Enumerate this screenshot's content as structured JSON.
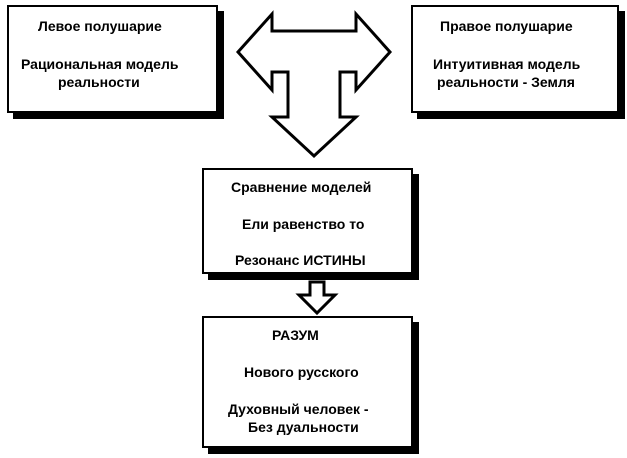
{
  "left_box": {
    "title": "Левое полушарие",
    "line1": "Рациональная модель",
    "line2": "реальности"
  },
  "right_box": {
    "title": "Правое полушарие",
    "line1": "Интуитивная модель",
    "line2": "реальности - Земля"
  },
  "compare_box": {
    "line1": "Сравнение моделей",
    "line2": "Ели равенство то",
    "line3": "Резонанс ИСТИНЫ"
  },
  "mind_box": {
    "line1": "РАЗУМ",
    "line2": "Нового русского",
    "line3": "Духовный человек  -",
    "line4": "Без дуальности"
  },
  "colors": {
    "stroke": "#000000",
    "fill": "#ffffff"
  }
}
